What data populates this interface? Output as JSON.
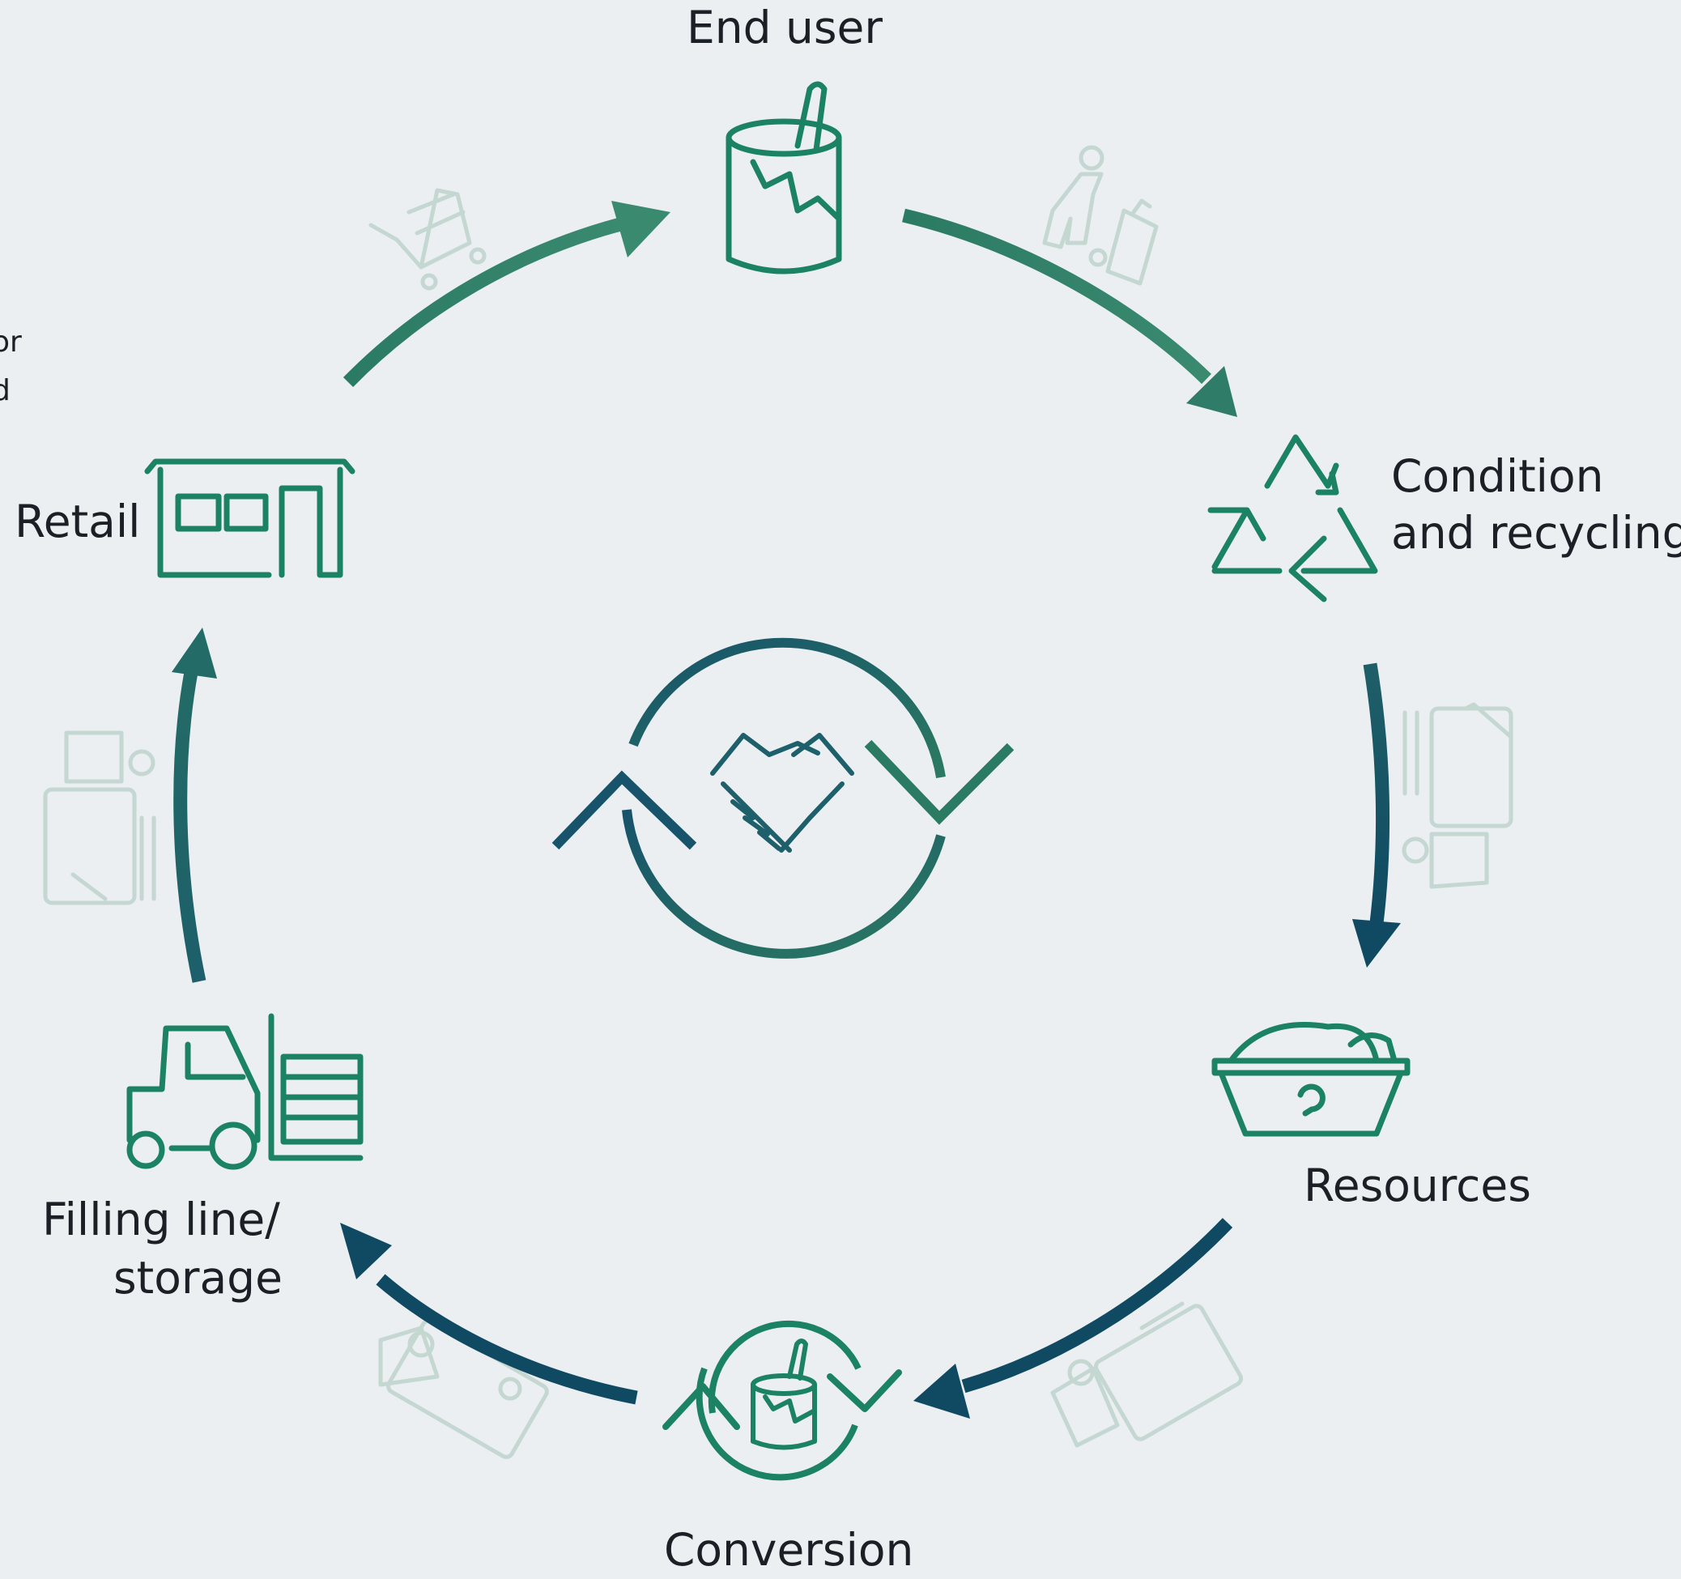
{
  "stages": {
    "end_user": "End user",
    "condition_recycling": [
      "Condition",
      "and recycling"
    ],
    "resources": "Resources",
    "conversion": "Conversion",
    "filling_storage": [
      "Filling line/",
      "storage"
    ],
    "retail": "Retail"
  },
  "edge_text": [
    "or",
    "d"
  ],
  "colors": {
    "background": "#ebeff1",
    "icon_green": "#1b8264",
    "arrow_green": "#2f7d68",
    "arrow_navy": "#0f4a62",
    "ghost_icon": "#c4d7d1",
    "text": "#1b2026"
  },
  "icons": {
    "end_user": "paint-can-icon",
    "condition_recycling": "recycle-icon",
    "resources": "material-bin-icon",
    "conversion": "paint-can-cycle-icon",
    "filling_storage": "forklift-icon",
    "retail": "shop-icon",
    "center": "handshake-cycle-icon"
  }
}
